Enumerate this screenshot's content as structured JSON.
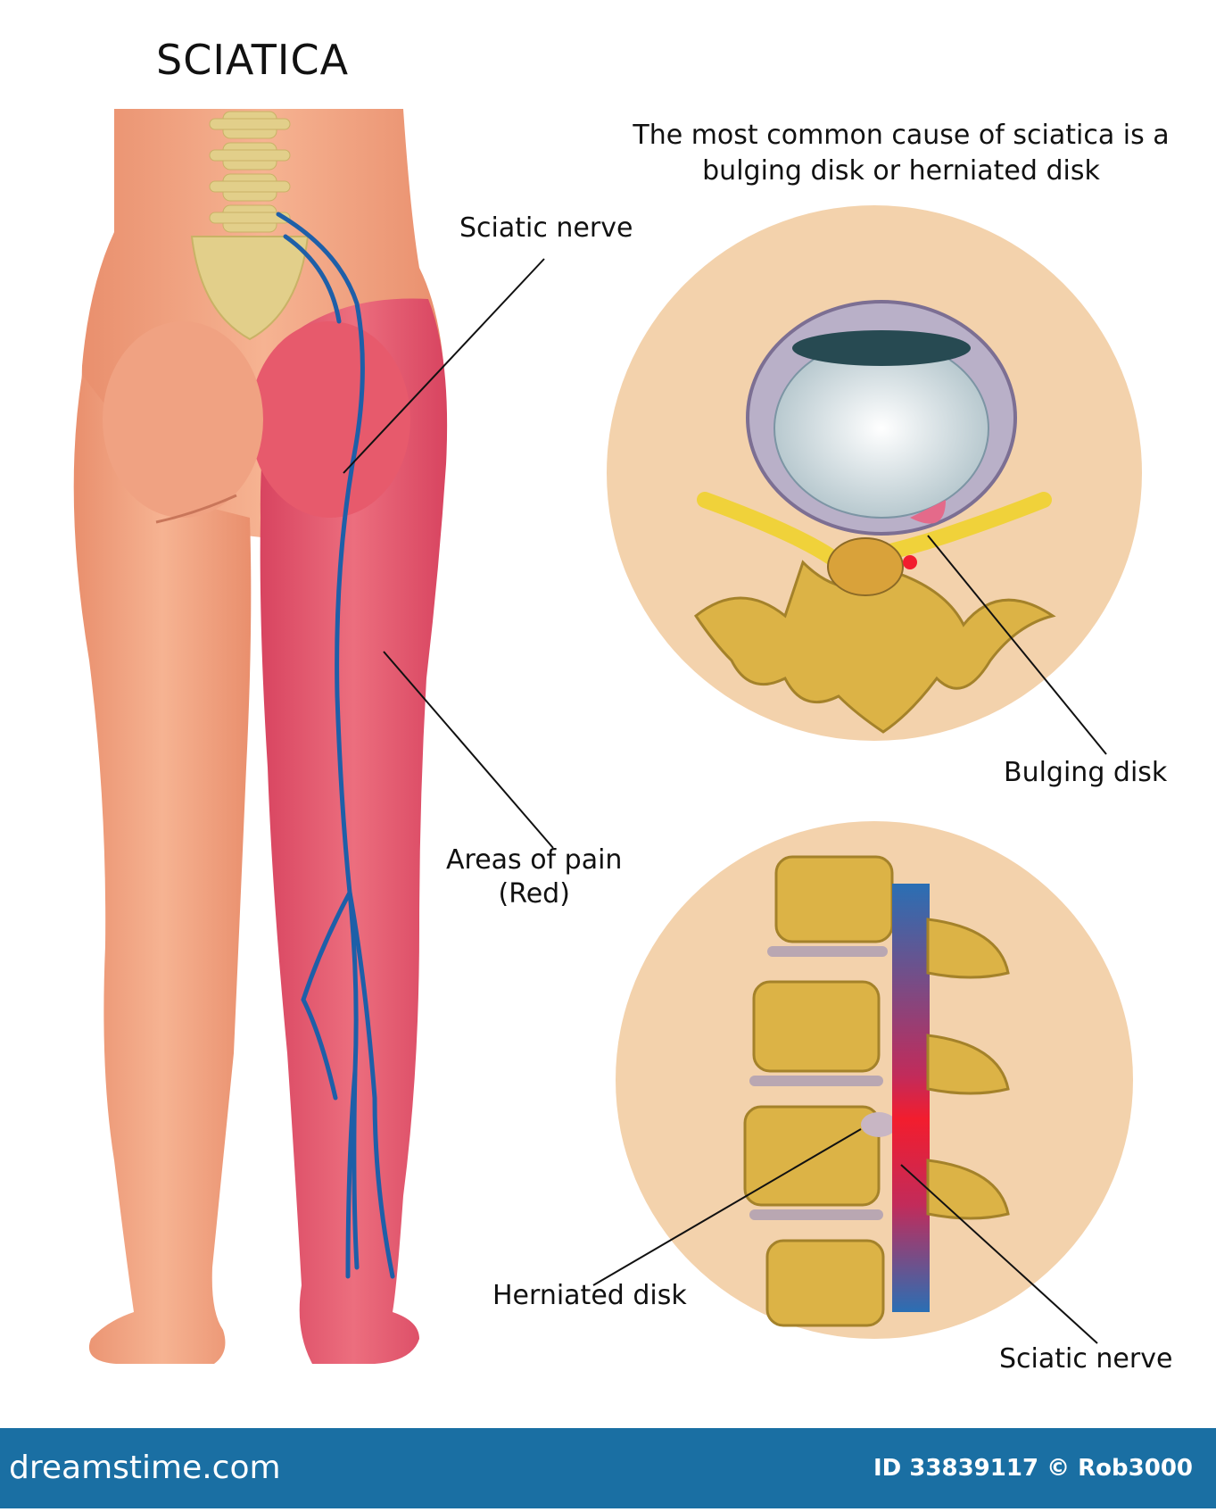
{
  "title": "SCIATICA",
  "caption": "The most common cause of sciatica is a bulging disk or herniated disk",
  "labels": {
    "sciatic_nerve_top": "Sciatic nerve",
    "areas_of_pain_line1": "Areas of pain",
    "areas_of_pain_line2": "(Red)",
    "bulging_disk": "Bulging disk",
    "herniated_disk": "Herniated disk",
    "sciatic_nerve_bottom": "Sciatic nerve"
  },
  "footer": {
    "brand": "dreamstime.com",
    "id_text": "ID 33839117 © Rob3000"
  },
  "colors": {
    "skin": "#f2a37f",
    "pain": "#e45a6e",
    "nerve": "#1e5fa8",
    "bone": "#e3c14f",
    "disc": "#b9b0c8",
    "circle_bg": "#f3d2ac",
    "footer": "#1a6fa3"
  }
}
